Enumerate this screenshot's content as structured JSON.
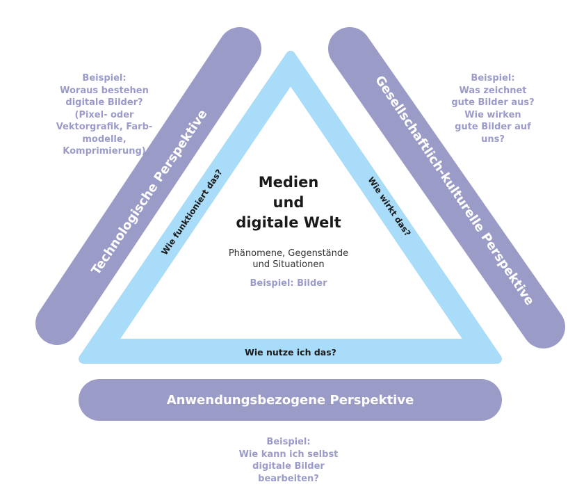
{
  "center": {
    "title": "Medien\nund\ndigitale Welt",
    "subtitle": "Phänomene, Gegenstände\nund Situationen",
    "example": "Beispiel: Bilder"
  },
  "triangle_edges": {
    "left": "Wie funktioniert das?",
    "right": "Wie wirkt das?",
    "bottom": "Wie nutze ich das?"
  },
  "perspectives": {
    "technological": {
      "label": "Technologische Perspektive",
      "example": "Beispiel:\nWoraus bestehen\ndigitale Bilder?\n(Pixel- oder\nVektorgrafik, Farb-\nmodelle,\nKomprimierung)"
    },
    "social_cultural": {
      "label": "Gesellschaftlich-kulturelle Perspektive",
      "example": "Beispiel:\nWas zeichnet\ngute Bilder aus?\nWie wirken\ngute Bilder auf\nuns?"
    },
    "application": {
      "label": "Anwendungsbezogene Perspektive",
      "example": "Beispiel:\nWie kann ich selbst\ndigitale Bilder\nbearbeiten?"
    }
  },
  "colors": {
    "perspective_pill": "#9b9bc8",
    "triangle_band": "#a8dcf8",
    "example_text": "#9b9bcb",
    "title_text": "#1a1a1a"
  }
}
